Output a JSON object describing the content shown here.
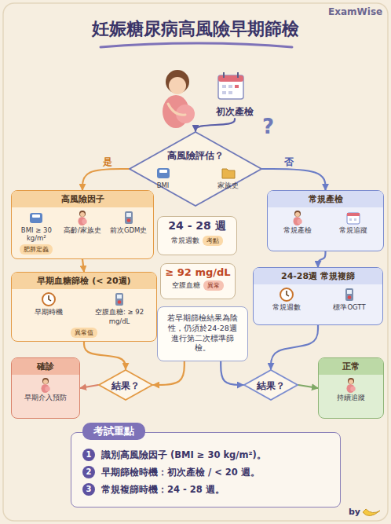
{
  "diagram": {
    "title": "妊娠糖尿病高風險早期篩檢",
    "nodes": [
      {
        "text": [
          "初次產檢"
        ]
      },
      {
        "text": [
          "高風險評估？",
          "BMI",
          "家族史"
        ]
      },
      {
        "text": [
          "高風險因子",
          "BMI ≥ 30 kg/m²",
          "高齡/家族史",
          "前次GDM史",
          "肥胖定義"
        ]
      },
      {
        "text": [
          "常規產檢",
          "常規產檢",
          "常規追蹤"
        ]
      },
      {
        "text": [
          "24 - 28 週",
          "常規週數",
          "考點"
        ]
      },
      {
        "text": [
          "早期血糖篩檢 (< 20週)",
          "早期時機",
          "空腹血糖: ≥ 92 mg/dL",
          "異常值"
        ]
      },
      {
        "text": [
          "≥ 92 mg/dL",
          "空腹血糖",
          "異常"
        ]
      },
      {
        "text": [
          "24-28週 常規複篩",
          "常規週數",
          "標準OGTT"
        ]
      },
      {
        "text": [
          "若早期篩檢結果為陰性，仍須於24-28週進行第二次標準篩檢。"
        ]
      },
      {
        "text": [
          "確診",
          "早期介入預防"
        ]
      },
      {
        "text": [
          "結果？"
        ]
      },
      {
        "text": [
          "結果？"
        ]
      },
      {
        "text": [
          "正常",
          "持續追蹤"
        ]
      },
      {
        "text": [
          "考試重點",
          "1",
          "識別高風險因子 (BMI ≥ 30 kg/m²)。",
          "2",
          "早期篩檢時機：初次產檢 / < 20 週。",
          "3",
          "常規複篩時機：24 - 28 週。"
        ]
      }
    ],
    "edges": [
      {
        "from": 0,
        "to": 1,
        "arrow": "to"
      },
      {
        "from": 1,
        "to": 2,
        "label": "是",
        "arrow": "to"
      },
      {
        "from": 1,
        "to": 3,
        "label": "否",
        "arrow": "to"
      },
      {
        "from": 2,
        "to": 5,
        "arrow": "to"
      },
      {
        "from": 3,
        "to": 7,
        "arrow": "to"
      },
      {
        "from": 5,
        "to": 10,
        "arrow": "to"
      },
      {
        "from": 8,
        "to": 10,
        "arrow": "to"
      },
      {
        "from": 8,
        "to": 11,
        "arrow": "to"
      },
      {
        "from": 7,
        "to": 11,
        "arrow": "to"
      },
      {
        "from": 10,
        "to": 9,
        "arrow": "to"
      },
      {
        "from": 11,
        "to": 12,
        "arrow": "to"
      }
    ],
    "labels": [
      "ExamWise",
      "?",
      "by"
    ]
  }
}
